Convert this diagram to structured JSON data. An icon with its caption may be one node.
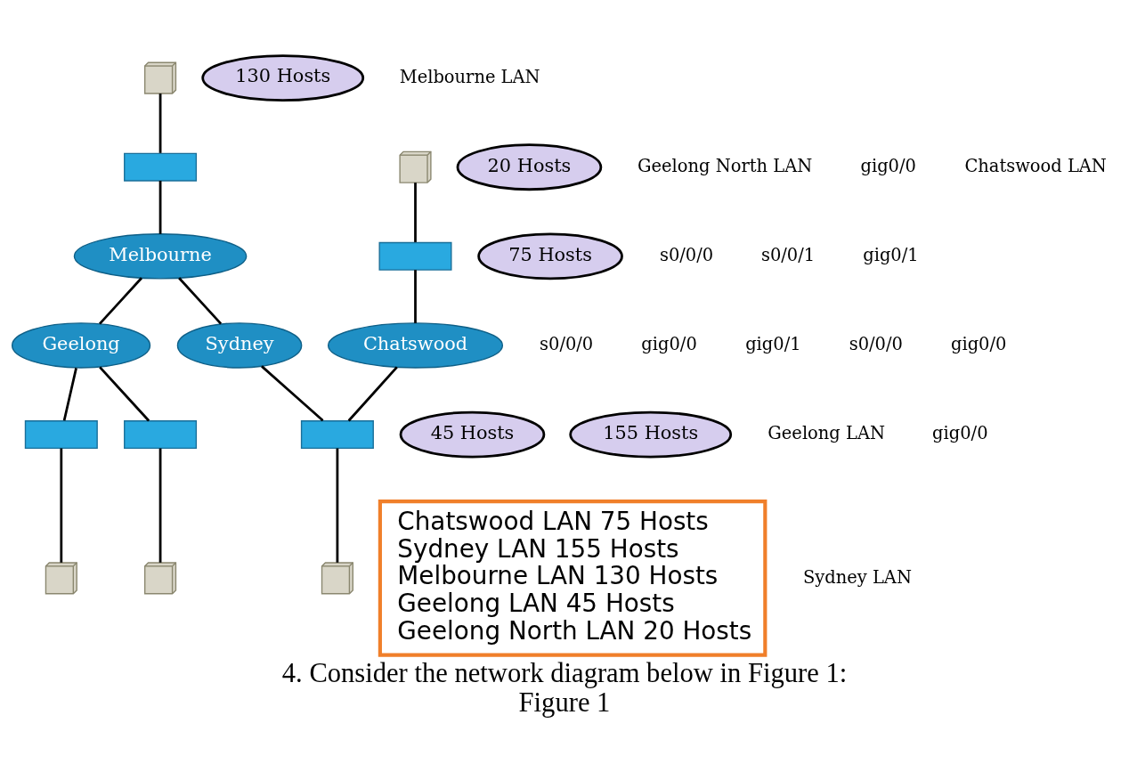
{
  "diagram": {
    "title": "4. Consider the network diagram below in Figure 1:",
    "caption": "Figure 1",
    "nodes": [
      {
        "text": [],
        "shape": "computer"
      },
      {
        "text": [
          "130 Hosts"
        ]
      },
      {
        "text": [],
        "shape": "box"
      },
      {
        "text": [
          "20 Hosts"
        ]
      },
      {
        "text": [],
        "shape": "computer"
      },
      {
        "text": [
          "Melbourne"
        ]
      },
      {
        "text": [
          "Geelong"
        ]
      },
      {
        "text": [],
        "shape": "box"
      },
      {
        "text": [],
        "shape": "computer"
      },
      {
        "text": [],
        "shape": "box"
      },
      {
        "text": [
          "Chatswood"
        ]
      },
      {
        "text": [
          "Sydney"
        ]
      },
      {
        "text": [],
        "shape": "box"
      },
      {
        "text": [
          "45 Hosts"
        ]
      },
      {
        "text": [
          "75 Hosts"
        ]
      },
      {
        "text": [],
        "shape": "box"
      },
      {
        "text": [
          "155 Hosts"
        ]
      },
      {
        "text": [],
        "shape": "computer"
      },
      {
        "text": [
          "Chatswood LAN 75 Hosts",
          "Sydney LAN 155 Hosts",
          "Melbourne LAN 130 Hosts",
          "Geelong LAN 45 Hosts",
          "Geelong North LAN 20 Hosts"
        ]
      },
      {
        "text": [],
        "shape": "computer"
      }
    ],
    "edges": [
      {
        "from": 0,
        "to": 2,
        "arrow": "none"
      },
      {
        "from": 2,
        "to": 5,
        "arrow": "none"
      },
      {
        "from": 5,
        "to": 6,
        "arrow": "none"
      },
      {
        "from": 5,
        "to": 11,
        "arrow": "none"
      },
      {
        "from": 6,
        "to": 7,
        "arrow": "none"
      },
      {
        "from": 7,
        "to": 4,
        "arrow": "none"
      },
      {
        "from": 6,
        "to": 12,
        "arrow": "none"
      },
      {
        "from": 12,
        "to": 17,
        "arrow": "none"
      },
      {
        "from": 8,
        "to": 9,
        "arrow": "none"
      },
      {
        "from": 9,
        "to": 10,
        "arrow": "none"
      },
      {
        "from": 10,
        "to": 15,
        "arrow": "none"
      },
      {
        "from": 11,
        "to": 15,
        "arrow": "none"
      },
      {
        "from": 15,
        "to": 19,
        "arrow": "none"
      }
    ],
    "labels": [
      "Melbourne LAN",
      "Geelong North LAN",
      "gig0/0",
      "s0/0/0",
      "s0/0/0",
      "gig0/0",
      "gig0/1",
      "s0/0/1",
      "Chatswood LAN",
      "s0/0/0",
      "Geelong LAN",
      "gig0/1",
      "gig0/0",
      "gig0/0",
      "Sydney LAN"
    ]
  }
}
